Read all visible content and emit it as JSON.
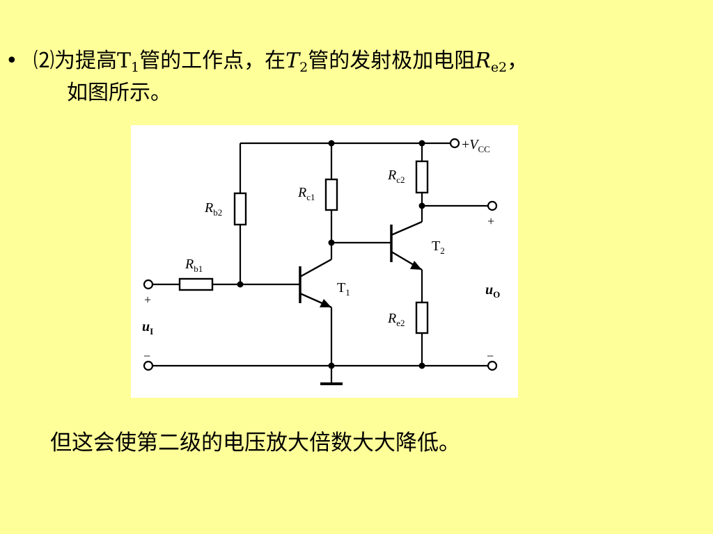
{
  "slide": {
    "bullet_symbol": "•",
    "line1": {
      "prefix": "⑵为提高",
      "t1_letter": "T",
      "t1_sub": "1",
      "mid": "管的工作点，在",
      "t2_letter": "T",
      "t2_sub": "2",
      "mid2": "管的发射极加电阻",
      "re_letter": "R",
      "re_sub": "e2",
      "suffix": "，"
    },
    "line2": "如图所示。",
    "caption": "但这会使第二级的电压放大倍数大大降低。"
  },
  "circuit": {
    "rb2": {
      "letter": "R",
      "sub": "b2"
    },
    "rb1": {
      "letter": "R",
      "sub": "b1"
    },
    "rc1": {
      "letter": "R",
      "sub": "c1"
    },
    "rc2": {
      "letter": "R",
      "sub": "c2"
    },
    "re2": {
      "letter": "R",
      "sub": "e2"
    },
    "t1": {
      "letter": "T",
      "sub": "1"
    },
    "t2": {
      "letter": "T",
      "sub": "2"
    },
    "vcc": {
      "sign": "+",
      "letter": "V",
      "sub": "CC"
    },
    "ui": {
      "letter": "u",
      "sub": "I"
    },
    "uo": {
      "letter": "u",
      "sub": "O"
    },
    "plus": "+",
    "minus": "−"
  },
  "colors": {
    "background": "#ffff99",
    "figure_bg": "#ffffff",
    "ink": "#000000"
  }
}
